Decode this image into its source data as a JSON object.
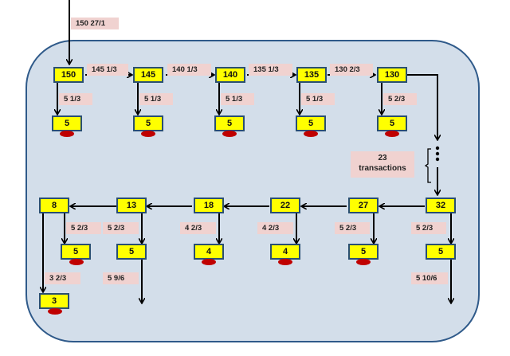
{
  "diagram": {
    "input": {
      "label": "150  27/1"
    },
    "top_row": [
      {
        "value": "150",
        "child": "5",
        "child_label": "5  1/3",
        "next_label": "145 1/3"
      },
      {
        "value": "145",
        "child": "5",
        "child_label": "5  1/3",
        "next_label": "140 1/3"
      },
      {
        "value": "140",
        "child": "5",
        "child_label": "5  1/3",
        "next_label": "135 1/3"
      },
      {
        "value": "135",
        "child": "5",
        "child_label": "5  1/3",
        "next_label": "130 2/3"
      },
      {
        "value": "130",
        "child": "5",
        "child_label": "5  2/3",
        "next_label": ""
      }
    ],
    "gap_note": {
      "line1": "23",
      "line2": "transactions"
    },
    "bottom_row": [
      {
        "value": "32",
        "child": "5",
        "child_label": "5  2/3",
        "child_out_label": "5  10/6"
      },
      {
        "value": "27",
        "child": "5",
        "child_label": "5  2/3"
      },
      {
        "value": "22",
        "child": "4",
        "child_label": "4  2/3"
      },
      {
        "value": "18",
        "child": "4",
        "child_label": "4  2/3"
      },
      {
        "value": "13",
        "child": "5",
        "child_label": "5  2/3",
        "child_out_label": "5  9/6"
      },
      {
        "value": "8",
        "child": "5",
        "child_label": "5  2/3",
        "second_child": "3",
        "second_child_label": "3  2/3"
      }
    ],
    "colors": {
      "node_fill": "#ffff00",
      "node_border": "#2a4f72",
      "label_bg": "#f0d2d0",
      "coin": "#c00000",
      "container": "#d3deea"
    }
  }
}
